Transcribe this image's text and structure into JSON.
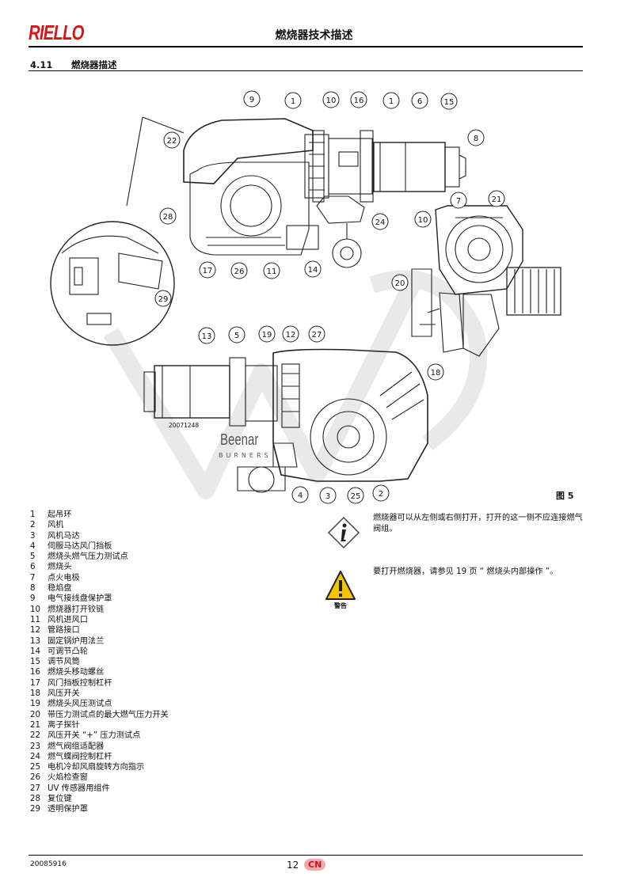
{
  "header": {
    "logo": "RIELLO",
    "title": "燃烧器技术描述"
  },
  "section": {
    "number": "4.11",
    "title": "燃烧器描述"
  },
  "figure": {
    "label": "图 5",
    "drawing_code": "20071248",
    "watermark_brand": "Beenar",
    "watermark_sub": "BURNERS",
    "callouts_left": [
      "9",
      "1",
      "10",
      "16",
      "1",
      "6",
      "15",
      "8",
      "22",
      "28",
      "29",
      "17",
      "26",
      "11",
      "14",
      "24"
    ],
    "callouts_right": [
      "7",
      "21",
      "10",
      "20",
      "18"
    ],
    "callouts_bottom": [
      "13",
      "5",
      "19",
      "12",
      "27",
      "4",
      "3",
      "25",
      "2"
    ]
  },
  "legend": [
    {
      "n": "1",
      "label": "起吊环"
    },
    {
      "n": "2",
      "label": "风机"
    },
    {
      "n": "3",
      "label": "风机马达"
    },
    {
      "n": "4",
      "label": "伺服马达风门挡板"
    },
    {
      "n": "5",
      "label": "燃烧头燃气压力测试点"
    },
    {
      "n": "6",
      "label": "燃烧头"
    },
    {
      "n": "7",
      "label": "点火电极"
    },
    {
      "n": "8",
      "label": "稳焰盘"
    },
    {
      "n": "9",
      "label": "电气接线盘保护罩"
    },
    {
      "n": "10",
      "label": "燃烧器打开铰链"
    },
    {
      "n": "11",
      "label": "风机进风口"
    },
    {
      "n": "12",
      "label": "管路接口"
    },
    {
      "n": "13",
      "label": "固定锅炉用法兰"
    },
    {
      "n": "14",
      "label": "可调节凸轮"
    },
    {
      "n": "15",
      "label": "调节风筒"
    },
    {
      "n": "16",
      "label": "燃烧头移动螺丝"
    },
    {
      "n": "17",
      "label": "风门挡板控制杠杆"
    },
    {
      "n": "18",
      "label": "风压开关"
    },
    {
      "n": "19",
      "label": "燃烧头风压测试点"
    },
    {
      "n": "20",
      "label": "带压力测试点的最大燃气压力开关"
    },
    {
      "n": "21",
      "label": "离子探针"
    },
    {
      "n": "22",
      "label": "风压开关 “+” 压力测试点"
    },
    {
      "n": "23",
      "label": "燃气阀组适配器"
    },
    {
      "n": "24",
      "label": "燃气蝶阀控制杠杆"
    },
    {
      "n": "25",
      "label": "电机冷却风扇旋转方向指示"
    },
    {
      "n": "26",
      "label": "火焰检查窗"
    },
    {
      "n": "27",
      "label": "UV 传感器用组件"
    },
    {
      "n": "28",
      "label": "复位键"
    },
    {
      "n": "29",
      "label": "透明保护罩"
    }
  ],
  "notes": {
    "info_text": "燃烧器可以从左侧或右侧打开，打开的这一侧不应连接燃气阀组。",
    "warning_label": "警告",
    "warning_text": "要打开燃烧器，请参见 19 页 “ 燃烧头内部操作 ”。"
  },
  "footer": {
    "doc_code": "20085916",
    "page": "12",
    "lang": "CN"
  },
  "colors": {
    "brand_red": "#d4161b",
    "warning_yellow": "#f5c400"
  }
}
